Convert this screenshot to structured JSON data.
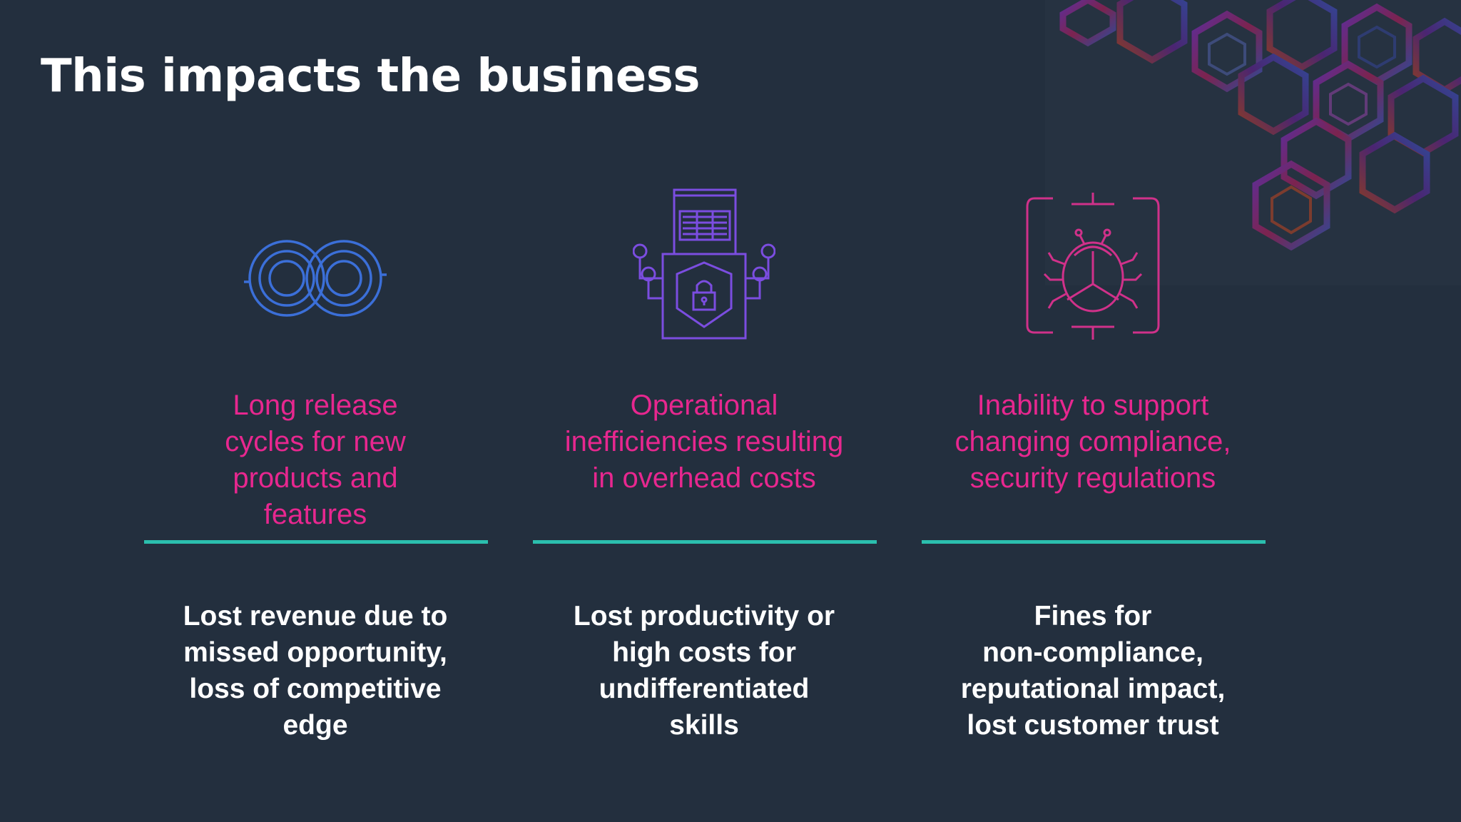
{
  "slide": {
    "title": "This impacts the business",
    "accent_colors": {
      "background": "#232f3e",
      "pain_text": "#e7278f",
      "divider": "#2bbfae",
      "icon_blue": "#3b6fd8",
      "icon_purple": "#7b4de0",
      "icon_pink": "#d0318a"
    },
    "columns": [
      {
        "icon": "infinity-loop-icon",
        "pain_lines": [
          "Long release",
          "cycles for new",
          "products and",
          "features"
        ],
        "impact_lines": [
          "Lost revenue due to",
          "missed opportunity,",
          "loss of competitive",
          "edge"
        ]
      },
      {
        "icon": "secure-server-icon",
        "pain_lines": [
          "Operational",
          "inefficiencies resulting",
          "in overhead costs"
        ],
        "impact_lines": [
          "Lost productivity or",
          "high costs for",
          "undifferentiated",
          "skills"
        ]
      },
      {
        "icon": "bug-icon",
        "pain_lines": [
          "Inability to support",
          "changing compliance,",
          "security regulations"
        ],
        "impact_lines": [
          "Fines for",
          "non-compliance,",
          "reputational impact,",
          "lost customer trust"
        ]
      }
    ]
  }
}
